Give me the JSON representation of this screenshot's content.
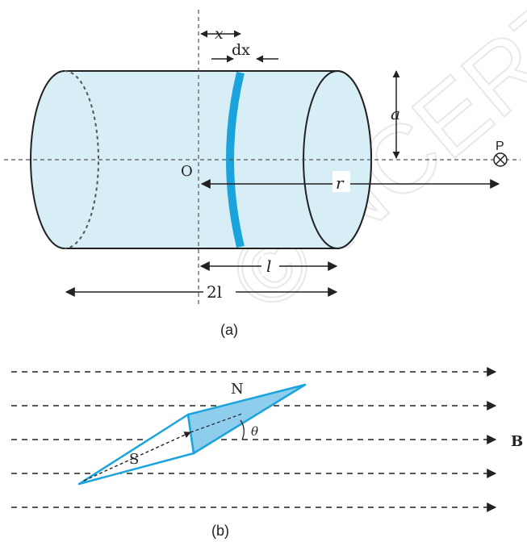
{
  "figure_a": {
    "labels": {
      "x": "x",
      "dx": "dx",
      "a": "a",
      "P": "P",
      "O": "O",
      "r": "r",
      "l": "l",
      "two_l": "2l"
    },
    "caption": "(a)",
    "colors": {
      "cylinder_fill": "#d7eef7",
      "ring": "#1aa3dc",
      "outline": "#222222",
      "axis": "#555555"
    },
    "icons": {
      "field_into_page": "circle-cross-icon"
    }
  },
  "figure_b": {
    "labels": {
      "N": "N",
      "S": "S",
      "theta": "θ",
      "B": "B"
    },
    "caption": "(b)",
    "field_line_count": 5,
    "colors": {
      "needle_outline": "#1aa3dc",
      "needle_fill": "#8fcdec",
      "field_line": "#222222"
    }
  },
  "watermark": "© NCERT to be re"
}
